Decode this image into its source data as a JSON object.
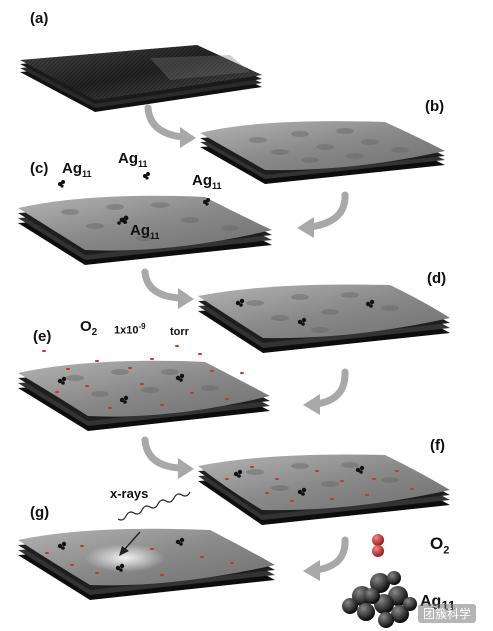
{
  "panels": [
    "(a)",
    "(b)",
    "(c)",
    "(d)",
    "(e)",
    "(f)",
    "(g)"
  ],
  "labels": {
    "ag": "Ag",
    "ag_sub": "11",
    "o2": "O",
    "o2_sub": "2",
    "pressure_base": "1x10",
    "pressure_exp": "-9",
    "pressure_unit": "torr",
    "xrays": "x-rays"
  },
  "legend": {
    "o2": "O",
    "o2_sub": "2",
    "ag": "Ag",
    "ag_sub": "11"
  },
  "watermark": "团簇科学",
  "colors": {
    "sheet_top": "#8e8e8e",
    "sheet_dark": "#1a1a1a",
    "arrow": "#a8a8a8",
    "oxygen": "#c0392b",
    "cluster": "#111111"
  }
}
